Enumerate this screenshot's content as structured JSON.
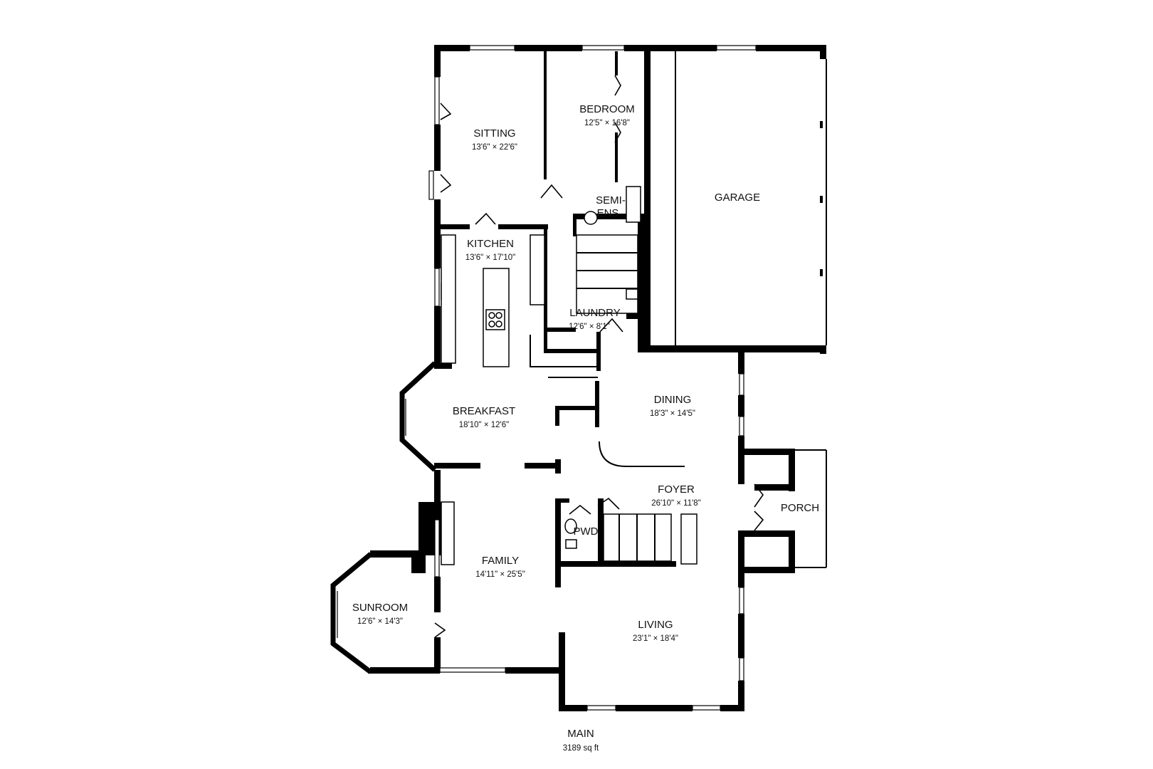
{
  "floor": {
    "name": "MAIN",
    "area": "3189 sq ft"
  },
  "rooms": {
    "sitting": {
      "name": "SITTING",
      "dims": "13'6\" × 22'6\""
    },
    "bedroom": {
      "name": "BEDROOM",
      "dims": "12'5\" × 16'8\""
    },
    "garage": {
      "name": "GARAGE"
    },
    "semiens": {
      "name_line1": "SEMI-",
      "name_line2": "ENS"
    },
    "kitchen": {
      "name": "KITCHEN",
      "dims": "13'6\" × 17'10\""
    },
    "laundry": {
      "name": "LAUNDRY",
      "dims": "12'6\" × 8'1\""
    },
    "breakfast": {
      "name": "BREAKFAST",
      "dims": "18'10\" × 12'6\""
    },
    "dining": {
      "name": "DINING",
      "dims": "18'3\" × 14'5\""
    },
    "foyer": {
      "name": "FOYER",
      "dims": "26'10\" × 11'8\""
    },
    "porch": {
      "name": "PORCH"
    },
    "pwd": {
      "name": "PWD"
    },
    "family": {
      "name": "FAMILY",
      "dims": "14'11\" × 25'5\""
    },
    "sunroom": {
      "name": "SUNROOM",
      "dims": "12'6\" × 14'3\""
    },
    "living": {
      "name": "LIVING",
      "dims": "23'1\" × 18'4\""
    }
  }
}
